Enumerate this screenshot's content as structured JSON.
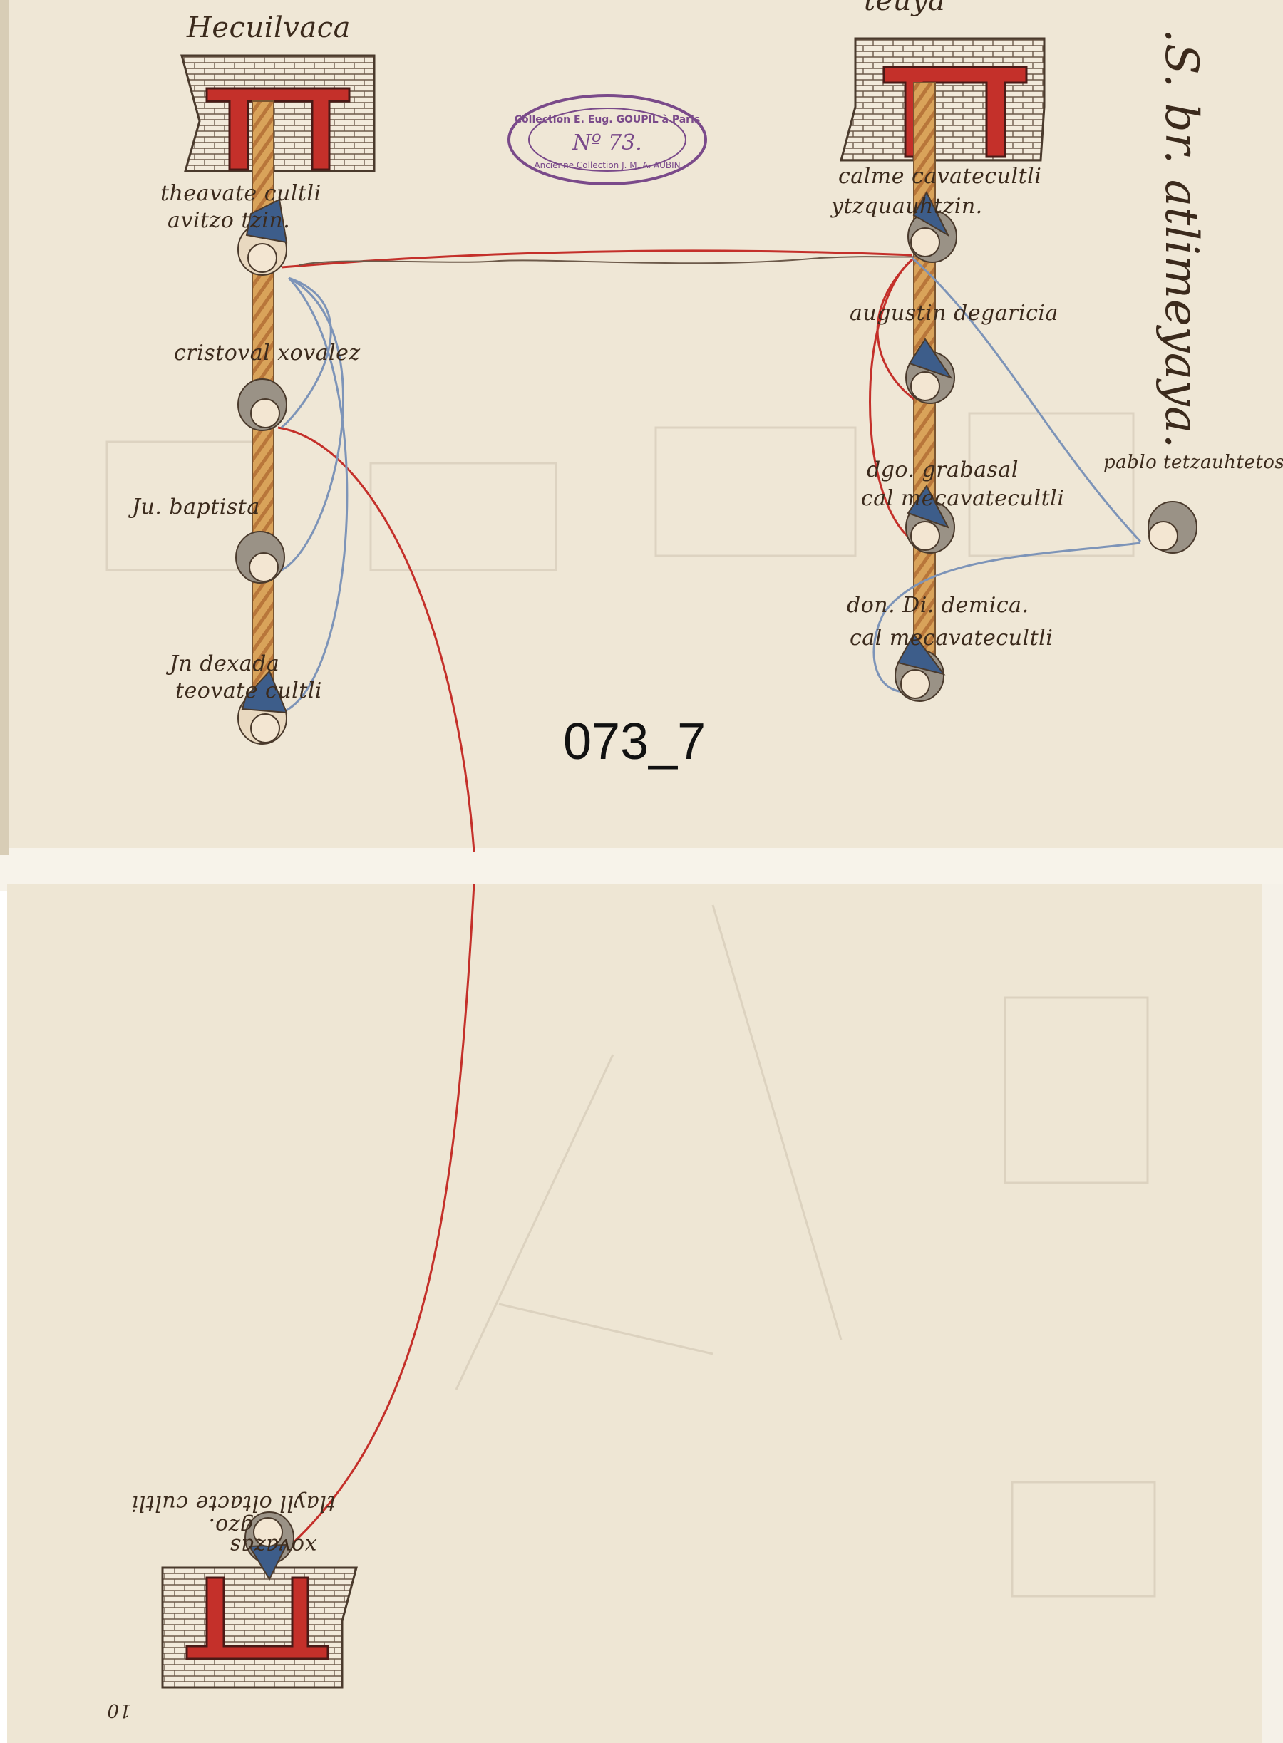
{
  "stamp": {
    "line1": "Collection E. Eug. GOUPIL à Paris",
    "number": "Nº 73.",
    "line2": "Ancienne Collection J. M. A. AUBIN"
  },
  "overlay_id": "073_7",
  "places": {
    "left_top": "Hecuilvaca",
    "right_top": "teuya",
    "right_heading": ".S. br. atlimeyaya."
  },
  "labels": {
    "l1a": "theavate cultli",
    "l1b": "avitzo tzin.",
    "l2": "cristoval xovalez",
    "l3": "Ju. baptista",
    "l4a": "Jn dexada",
    "l4b": "teovate cultli",
    "r1a": "calme cavatecultli",
    "r1b": "ytzquauhtzin.",
    "r2": "augustin degaricia",
    "r3a": "dgo. grabasal",
    "r3b": "cal mecavatecultli",
    "r4": "pablo tetzauhtetos",
    "r5a": "don. Di. demica.",
    "r5b": "cal mecavatecultli",
    "b1a": "gzo.",
    "b1b": "xovazas",
    "b1c": "tlayll oltacte cultli",
    "page_no": "10"
  },
  "colors": {
    "paper": "#efe7d6",
    "paper_lower": "#eee6d4",
    "ink_red": "#c4302a",
    "ink_blue": "#7d94b8",
    "pole": "#d9a35a",
    "stamp": "#7a4a8a"
  }
}
